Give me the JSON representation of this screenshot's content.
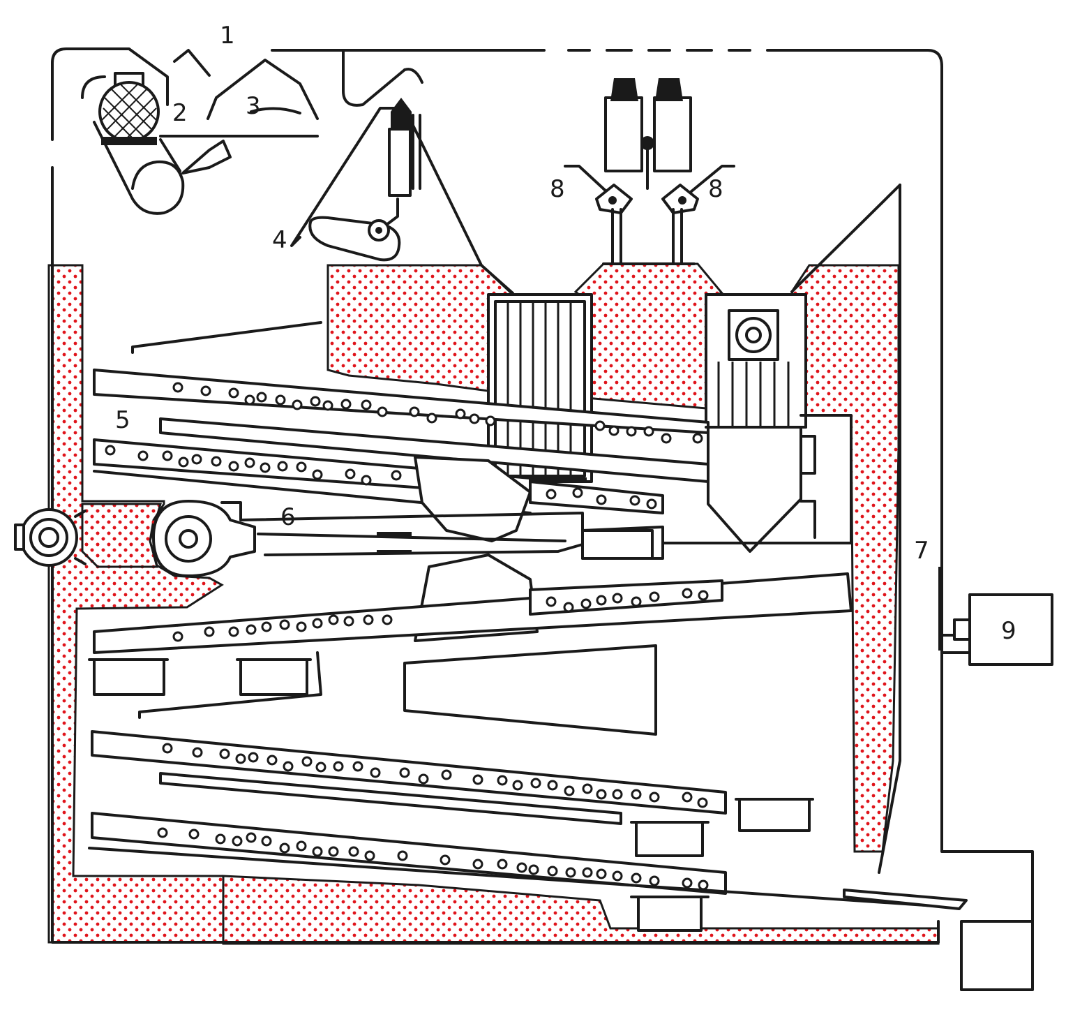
{
  "colors": {
    "line": "#1a1a1a",
    "refractory_dots": "#e0141b",
    "background": "#ffffff"
  },
  "callouts": {
    "c1": "1",
    "c2": "2",
    "c3": "3",
    "c4": "4",
    "c5": "5",
    "c6": "6",
    "c7": "7",
    "c8_left": "8",
    "c8_right": "8",
    "c9": "9"
  }
}
